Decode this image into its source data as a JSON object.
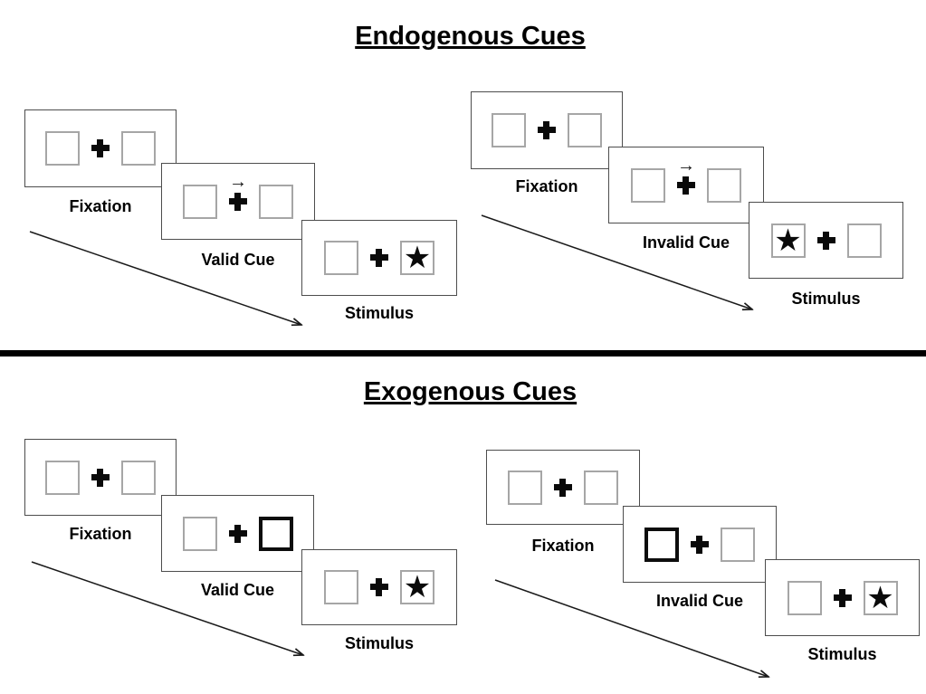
{
  "sections": [
    {
      "title": "Endogenous Cues",
      "trials": [
        {
          "type": "valid",
          "panels": [
            {
              "label": "Fixation"
            },
            {
              "label": "Valid Cue"
            },
            {
              "label": "Stimulus"
            }
          ]
        },
        {
          "type": "invalid",
          "panels": [
            {
              "label": "Fixation"
            },
            {
              "label": "Invalid Cue"
            },
            {
              "label": "Stimulus"
            }
          ]
        }
      ]
    },
    {
      "title": "Exogenous Cues",
      "trials": [
        {
          "type": "valid",
          "panels": [
            {
              "label": "Fixation"
            },
            {
              "label": "Valid Cue"
            },
            {
              "label": "Stimulus"
            }
          ]
        },
        {
          "type": "invalid",
          "panels": [
            {
              "label": "Fixation"
            },
            {
              "label": "Invalid Cue"
            },
            {
              "label": "Stimulus"
            }
          ]
        }
      ]
    }
  ],
  "glyphs": {
    "target_star": "★",
    "cue_arrow": "→",
    "fixation_cross": "css-cross-shape"
  },
  "colors": {
    "ink": "#000000",
    "panel_border": "#4d4d4d",
    "box_border": "#a6a6a6",
    "bold_box_border": "#0d0d0d",
    "background": "#ffffff"
  }
}
